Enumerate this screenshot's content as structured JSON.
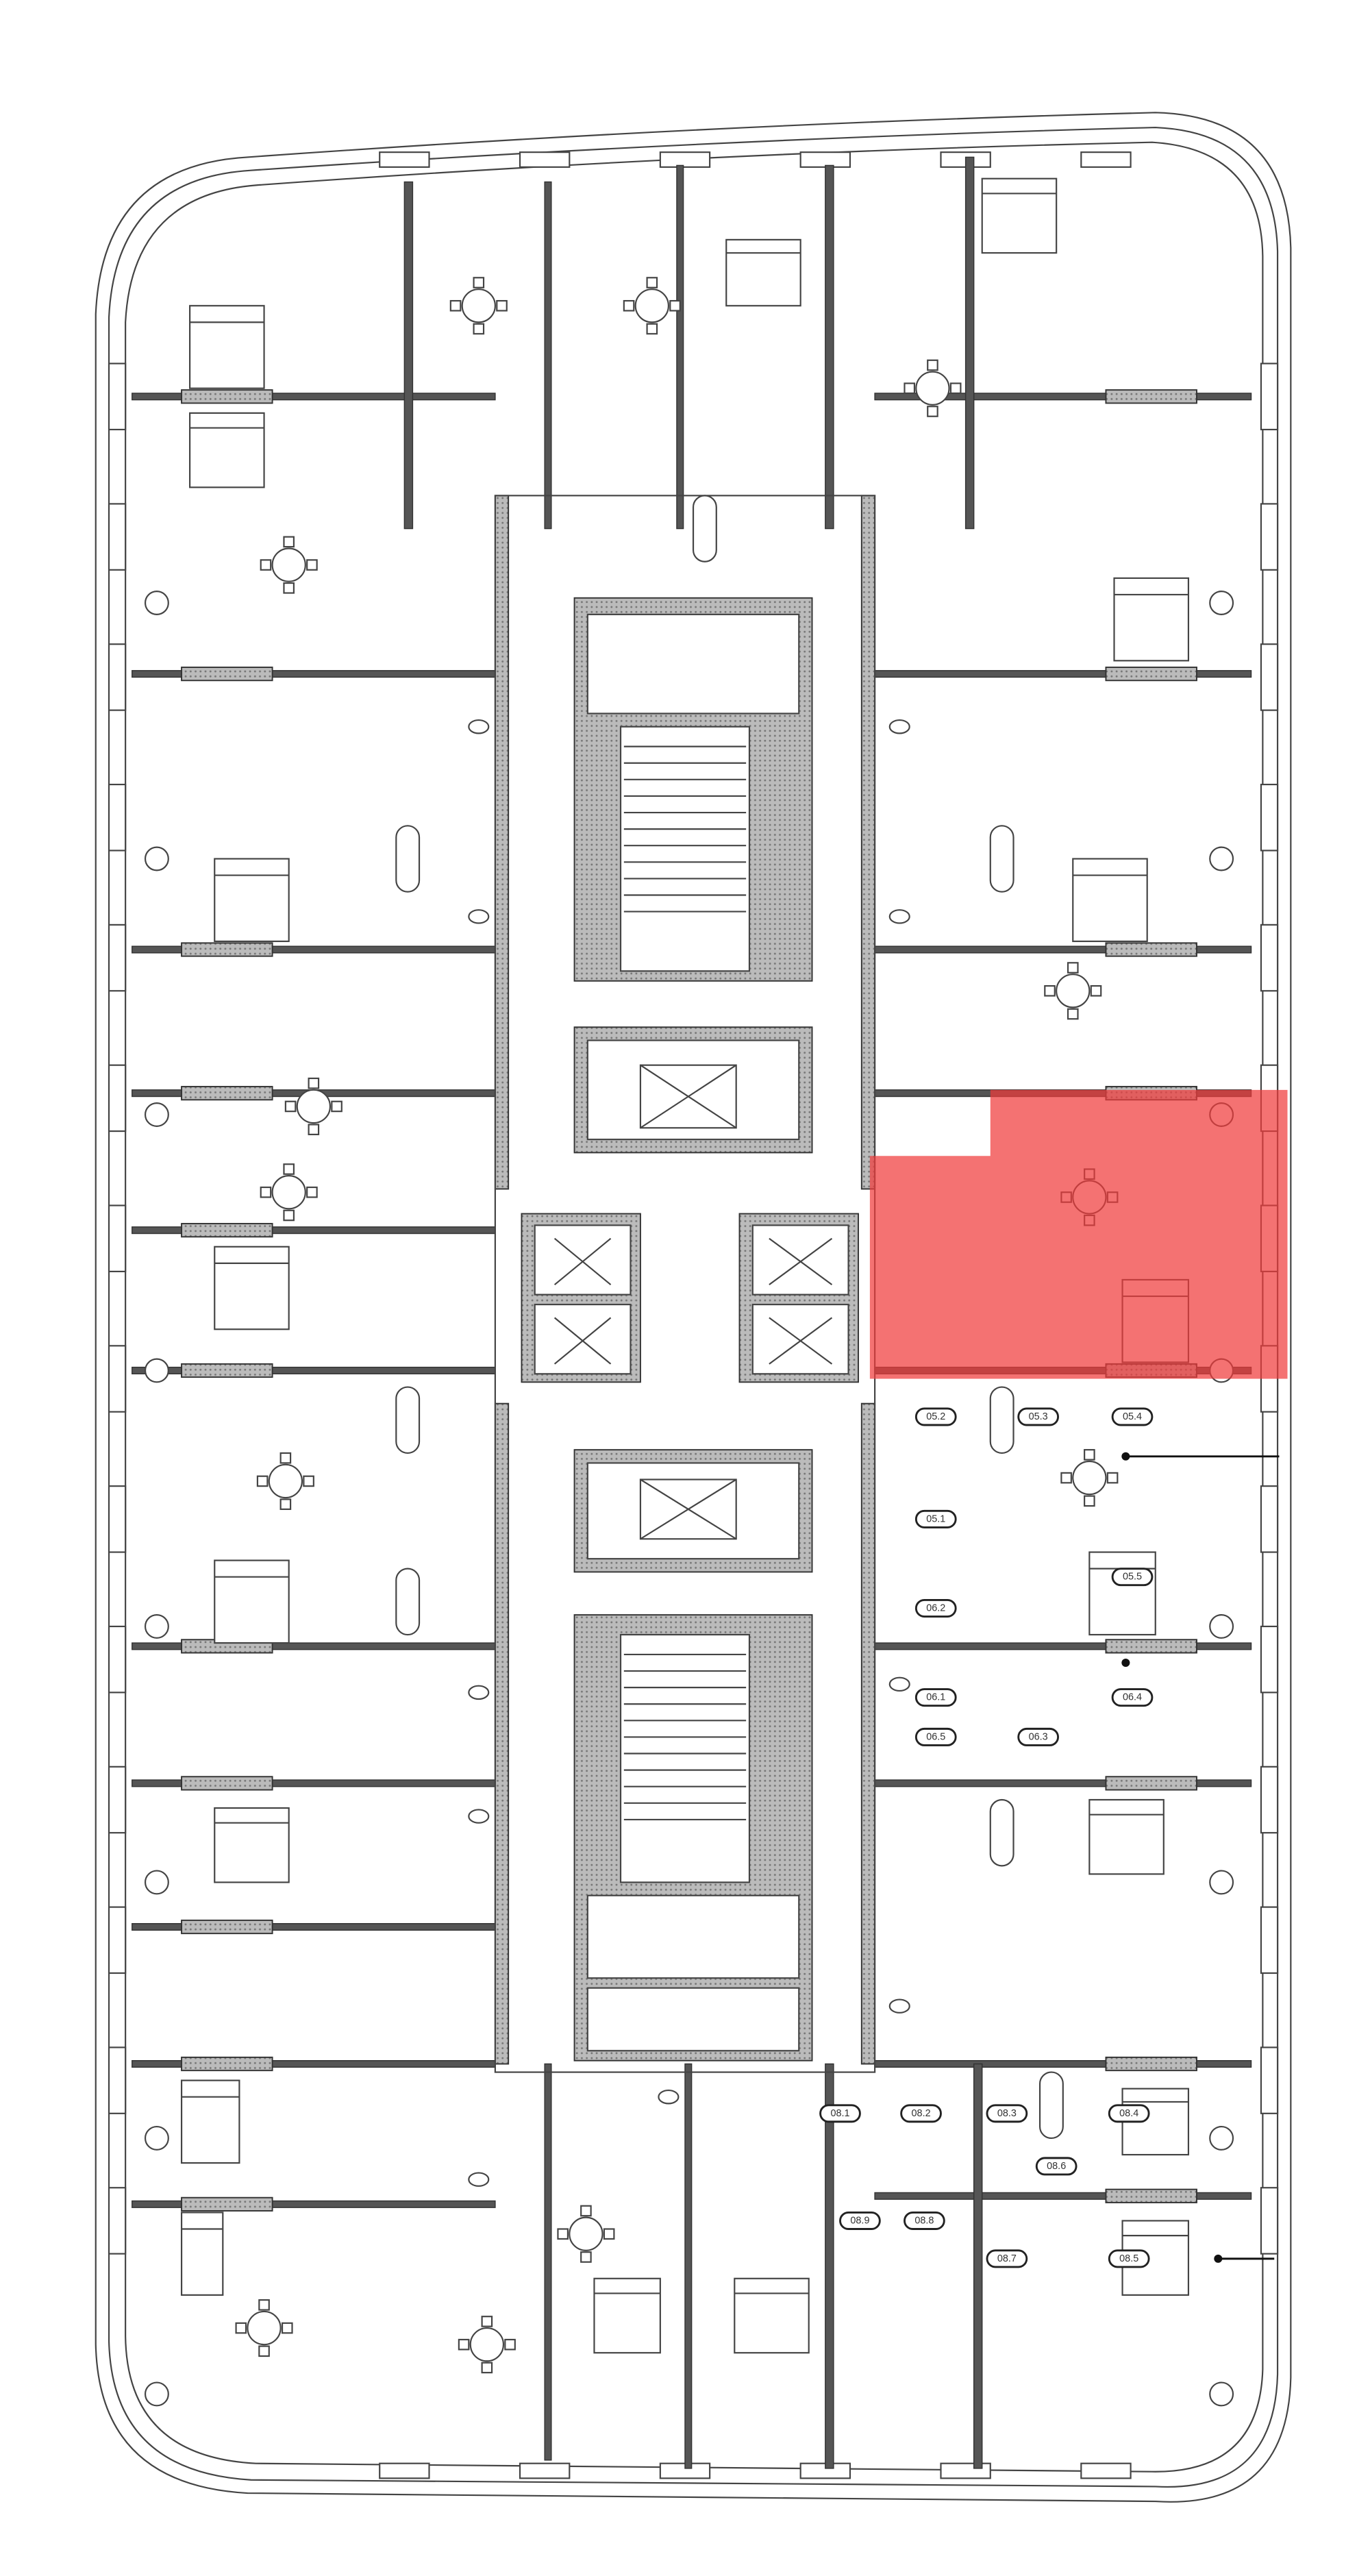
{
  "plan": {
    "highlight_color": "#f05050",
    "wall_color": "#555555",
    "room_labels": {
      "apt5": [
        "05.1",
        "05.2",
        "05.3",
        "05.4",
        "05.5"
      ],
      "apt6": [
        "06.1",
        "06.2",
        "06.3",
        "06.4",
        "06.5"
      ],
      "apt8": [
        "08.1",
        "08.2",
        "08.3",
        "08.4",
        "08.5",
        "08.6",
        "08.7",
        "08.8",
        "08.9"
      ]
    }
  }
}
